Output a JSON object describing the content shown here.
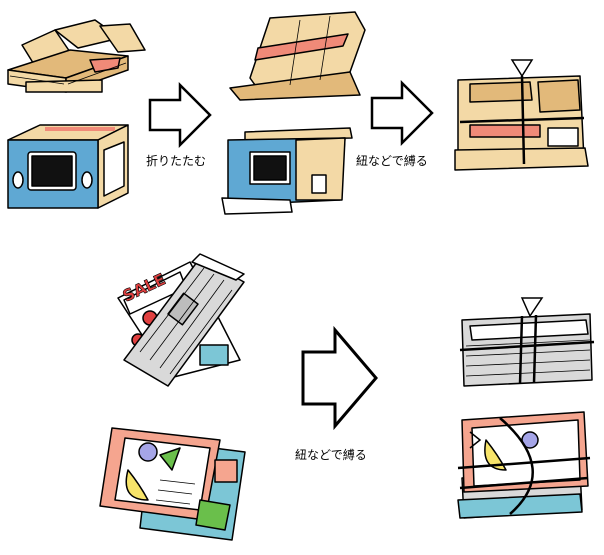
{
  "labels": {
    "fold": "折りたたむ",
    "tie_top": "紐などで縛る",
    "tie_bottom": "紐などで縛る"
  },
  "flyer_text": "SALE",
  "colors": {
    "cardboard": "#f3d9a6",
    "cardboard_dark": "#e2b97a",
    "stripe": "#f08a78",
    "box_blue": "#5fa8d3",
    "outline": "#000000",
    "newspaper": "#d9d9d9",
    "magazine_red": "#f5a58f",
    "magazine_teal": "#7cc6d6"
  }
}
